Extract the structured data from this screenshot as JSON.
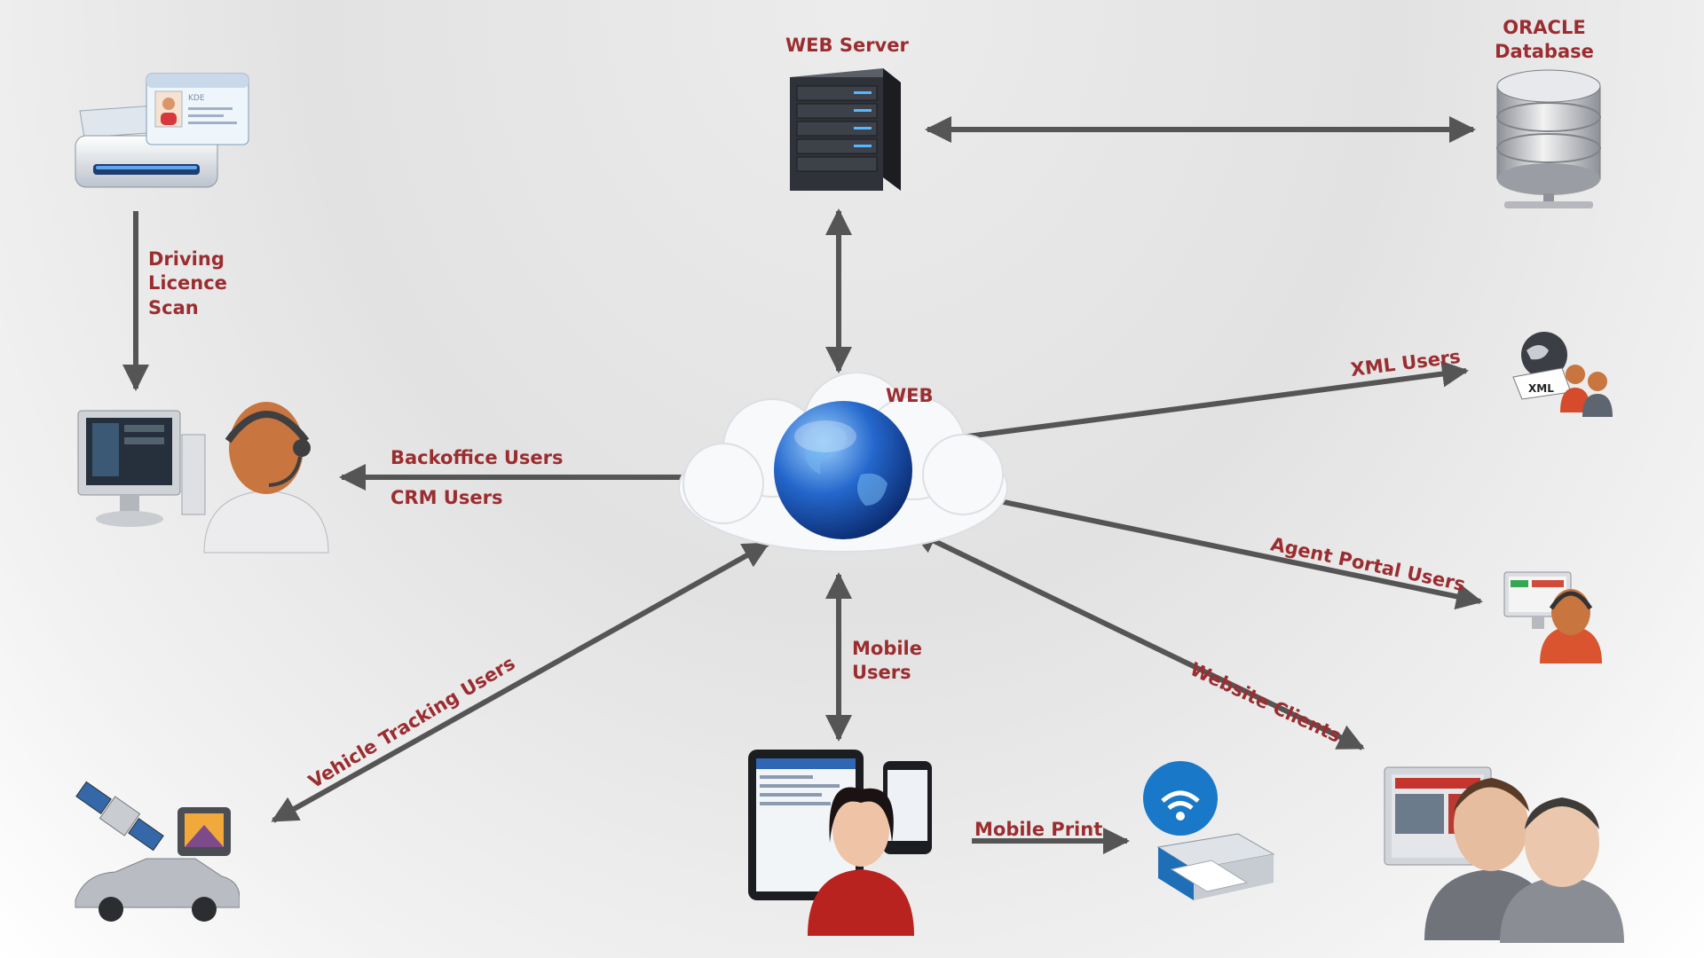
{
  "labels": {
    "web_server": "WEB Server",
    "oracle_line1": "ORACLE",
    "oracle_line2": "Database",
    "web": "WEB",
    "licence_line1": "Driving",
    "licence_line2": "Licence",
    "licence_line3": "Scan",
    "backoffice": "Backoffice Users",
    "crm": "CRM Users",
    "xml_users": "XML Users",
    "agent_portal": "Agent Portal Users",
    "website_clients": "Website Clients",
    "vehicle_tracking": "Vehicle Tracking Users",
    "mobile_line1": "Mobile",
    "mobile_line2": "Users",
    "mobile_print": "Mobile Print",
    "xml_badge": "XML",
    "kde_card": "KDE"
  },
  "colors": {
    "label": "#9b2d30",
    "arrow": "#555555",
    "globe": "#1d4fb8",
    "server": "#2a2c31",
    "skin": "#c8753f"
  },
  "icons": {
    "licence_scanner": "id-card-scanner-icon",
    "web_server": "server-tower-icon",
    "database": "database-icon",
    "globe": "globe-cloud-icon",
    "backoffice": "operator-desk-icon",
    "xml": "xml-users-icon",
    "agent": "agent-portal-icon",
    "website": "website-clients-icon",
    "vehicle": "vehicle-tracking-icon",
    "mobile": "mobile-user-icon",
    "printer": "wifi-printer-icon"
  }
}
